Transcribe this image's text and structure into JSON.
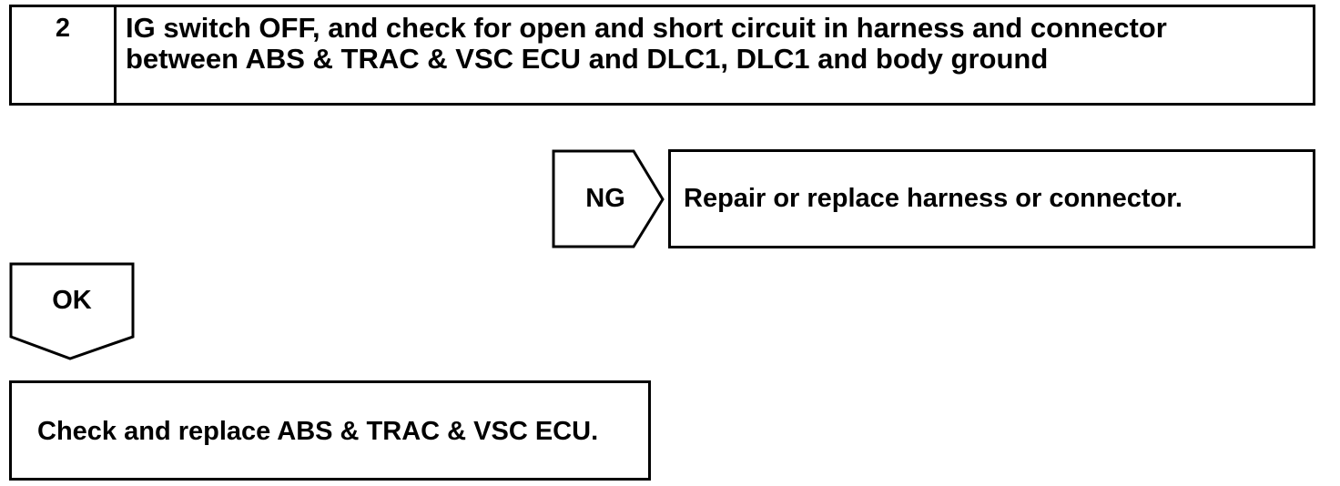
{
  "step": {
    "number": "2",
    "title": "IG switch OFF, and check for open and short circuit in harness and connector\nbetween ABS & TRAC & VSC ECU and DLC1, DLC1 and body ground"
  },
  "ng_branch": {
    "label": "NG",
    "action": "Repair or replace harness or connector."
  },
  "ok_branch": {
    "label": "OK",
    "action": "Check and replace ABS & TRAC & VSC ECU."
  }
}
